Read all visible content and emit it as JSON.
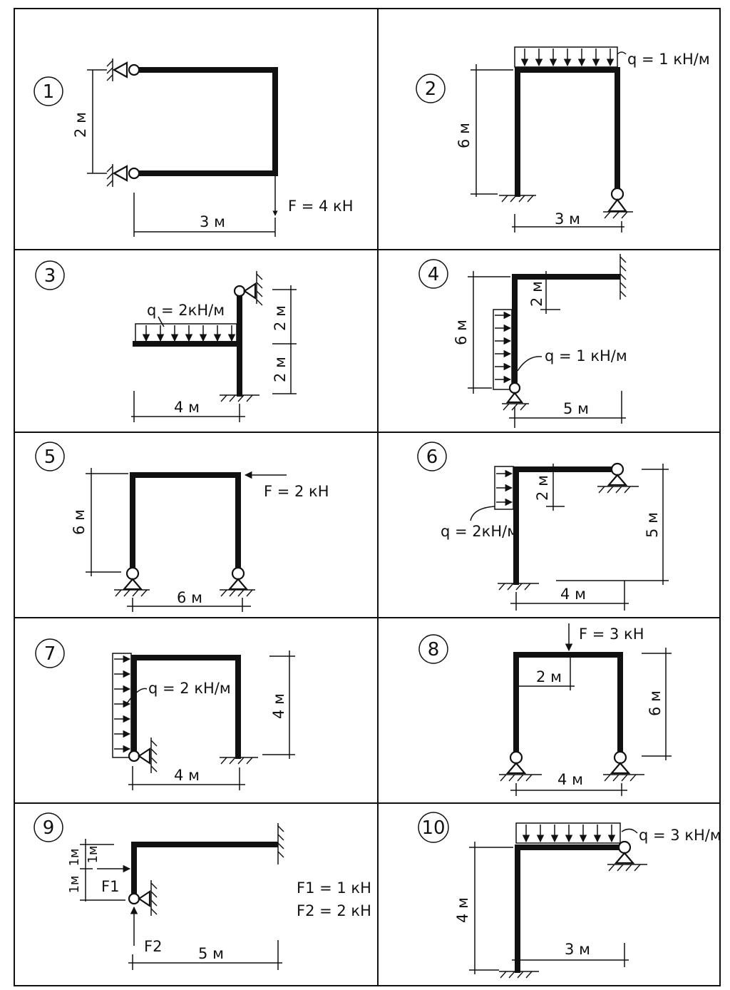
{
  "problems": [
    {
      "number": "1",
      "labels": {
        "height": "2 м",
        "span": "3 м",
        "force": "F = 4 кН"
      }
    },
    {
      "number": "2",
      "labels": {
        "height": "6 м",
        "span": "3 м",
        "load": "q = 1 кН/м"
      }
    },
    {
      "number": "3",
      "labels": {
        "upper": "2 м",
        "lower": "2 м",
        "span": "4 м",
        "load": "q = 2кН/м"
      }
    },
    {
      "number": "4",
      "labels": {
        "height": "6 м",
        "offset": "2 м",
        "span": "5 м",
        "load": "q = 1 кН/м"
      }
    },
    {
      "number": "5",
      "labels": {
        "height": "6 м",
        "span": "6 м",
        "force": "F = 2 кН"
      }
    },
    {
      "number": "6",
      "labels": {
        "offset": "2 м",
        "height": "5 м",
        "span": "4 м",
        "load": "q = 2кН/м"
      }
    },
    {
      "number": "7",
      "labels": {
        "height": "4 м",
        "span": "4 м",
        "load": "q = 2 кН/м"
      }
    },
    {
      "number": "8",
      "labels": {
        "offset": "2 м",
        "height": "6 м",
        "span": "4 м",
        "force": "F = 3 кН"
      }
    },
    {
      "number": "9",
      "labels": {
        "a": "1м",
        "b": "1м",
        "c": "1м",
        "span": "5 м",
        "f1": "F1",
        "f2": "F2",
        "f1val": "F1 = 1 кН",
        "f2val": "F2 = 2 кН"
      }
    },
    {
      "number": "10",
      "labels": {
        "height": "4 м",
        "span": "3 м",
        "load": "q = 3 кН/м"
      }
    }
  ]
}
